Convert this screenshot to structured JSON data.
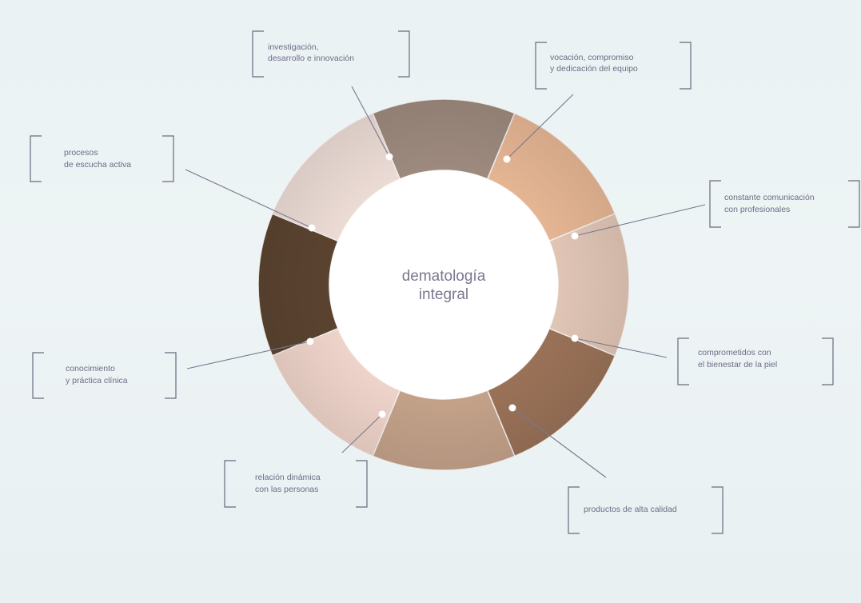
{
  "center": {
    "line1": "dematología",
    "line2": "integral"
  },
  "items": [
    {
      "line1": "investigación,",
      "line2": "desarrollo e innovación"
    },
    {
      "line1": "vocación, compromiso",
      "line2": "y dedicación del equipo"
    },
    {
      "line1": "constante comunicación",
      "line2": "con profesionales"
    },
    {
      "line1": "comprometidos con",
      "line2": "el bienestar de la piel"
    },
    {
      "line1": "productos de alta calidad",
      "line2": ""
    },
    {
      "line1": "relación dinámica",
      "line2": "con las personas"
    },
    {
      "line1": "conocimiento",
      "line2": "y práctica clínica"
    },
    {
      "line1": "procesos",
      "line2": "de escucha activa"
    }
  ],
  "colors": {
    "text": "#6e6c86",
    "segments": [
      "#5b4330",
      "#eddcd6",
      "#9e8a7e",
      "#e6b694",
      "#e1c6b6",
      "#9a7258",
      "#c4a28a",
      "#efd4ca"
    ]
  }
}
